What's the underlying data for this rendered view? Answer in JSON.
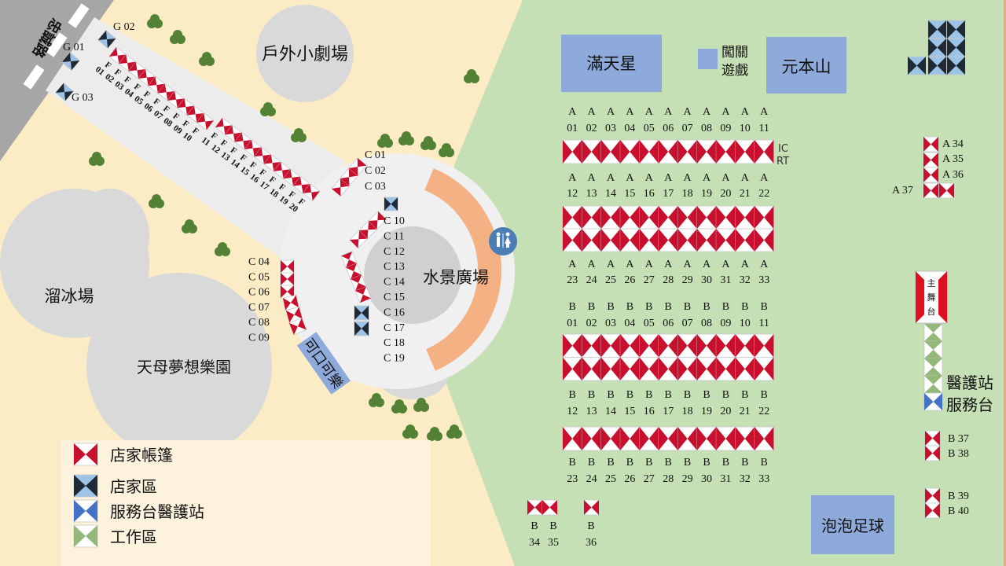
{
  "areas": {
    "road": "忠誠路",
    "outdoor_theater": "戶外小劇場",
    "ice_rink": "溜冰場",
    "dream_park": "天母夢想樂園",
    "water_plaza": "水景廣場",
    "coca_cola": "可口可樂",
    "mantianxing": "滿天星",
    "game_line1": "闖關",
    "game_line2": "遊戲",
    "yuanbenshan": "元本山",
    "bubble_soccer": "泡泡足球",
    "main_stage": [
      "主",
      "舞",
      "台"
    ],
    "medical": "醫護站",
    "service": "服務台",
    "icrt_line1": "IC",
    "icrt_line2": "RT"
  },
  "legend": [
    {
      "type": "tent",
      "label": "店家帳篷"
    },
    {
      "type": "vendor",
      "label": "店家區"
    },
    {
      "type": "service",
      "label": "服務台醫護站"
    },
    {
      "type": "work",
      "label": "工作區"
    }
  ],
  "booths": {
    "G": [
      "G 01",
      "G 02",
      "G 03"
    ],
    "F_prefix": "F",
    "F": [
      "01",
      "02",
      "03",
      "04",
      "05",
      "06",
      "07",
      "08",
      "09",
      "10",
      "11",
      "12",
      "13",
      "14",
      "15",
      "16",
      "17",
      "18",
      "19",
      "20"
    ],
    "C_top": [
      "C 01",
      "C 02",
      "C 03"
    ],
    "C_left": [
      "C 04",
      "C 05",
      "C 06",
      "C 07",
      "C 08",
      "C 09"
    ],
    "C_inner": [
      "C 10",
      "C 11",
      "C 12",
      "C 13",
      "C 14",
      "C 15",
      "C 16",
      "C 17",
      "C 18",
      "C 19"
    ],
    "A_prefix": "A",
    "A_row1": [
      "01",
      "02",
      "03",
      "04",
      "05",
      "06",
      "07",
      "08",
      "09",
      "10",
      "11"
    ],
    "A_row2": [
      "12",
      "13",
      "14",
      "15",
      "16",
      "17",
      "18",
      "19",
      "20",
      "21",
      "22"
    ],
    "A_row3": [
      "23",
      "24",
      "25",
      "26",
      "27",
      "28",
      "29",
      "30",
      "31",
      "32",
      "33"
    ],
    "A_side": [
      "A 34",
      "A 35",
      "A 36",
      "A 37"
    ],
    "B_prefix": "B",
    "B_row1": [
      "01",
      "02",
      "03",
      "04",
      "05",
      "06",
      "07",
      "08",
      "09",
      "10",
      "11"
    ],
    "B_row2": [
      "12",
      "13",
      "14",
      "15",
      "16",
      "17",
      "18",
      "19",
      "20",
      "21",
      "22"
    ],
    "B_row3": [
      "23",
      "24",
      "25",
      "26",
      "27",
      "28",
      "29",
      "30",
      "31",
      "32",
      "33"
    ],
    "B_bottom": [
      "34",
      "35",
      "36"
    ],
    "B_side": [
      "B 37",
      "B 38",
      "B 39",
      "B 40"
    ]
  },
  "colors": {
    "tent": "#c8102e",
    "vendor_dark": "#1f2a36",
    "vendor_light": "#9dc3e6",
    "service": "#4472c4",
    "work": "#93b87a",
    "green_zone": "#c5e0b4",
    "sand": "#fcecc6",
    "label_box": "#8eaadb",
    "plaza_arc": "#f4b183",
    "tree": "#548235"
  }
}
